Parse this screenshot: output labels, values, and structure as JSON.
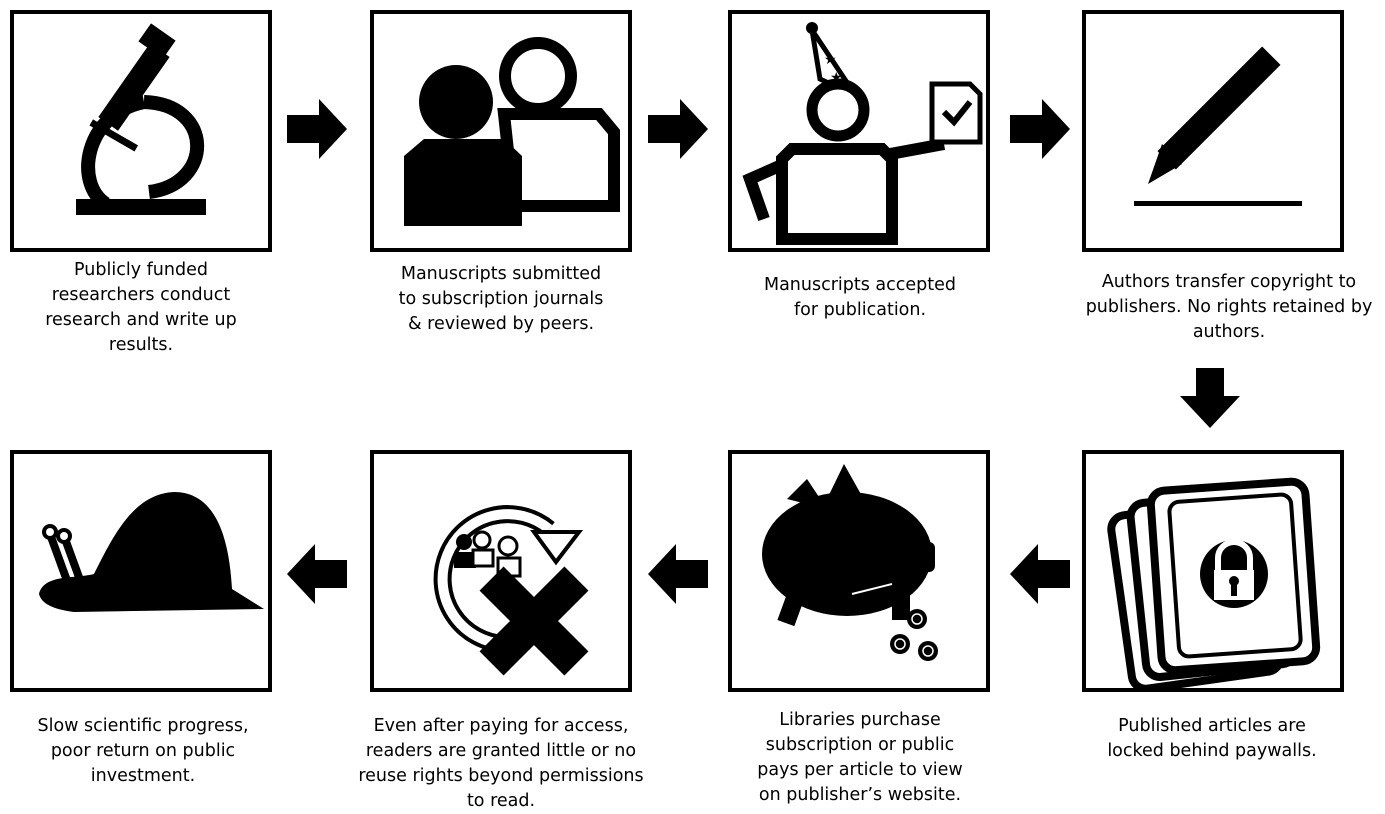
{
  "steps": [
    {
      "caption": "Publicly  funded\nresearchers conduct\nresearch  and write up\nresults.",
      "icon": "microscope-icon"
    },
    {
      "caption": "Manuscripts submitted\nto  subscription  journals\n& reviewed by peers.",
      "icon": "peer-review-icon"
    },
    {
      "caption": "Manuscripts  accepted\nfor publication.",
      "icon": "celebration-icon"
    },
    {
      "caption": "Authors transfer copyright to\npublishers.  No rights retained by\nauthors.",
      "icon": "pen-sign-icon"
    },
    {
      "caption": "Published articles are\nlocked behind paywalls.",
      "icon": "locked-book-icon"
    },
    {
      "caption": "Libraries purchase\nsubscription  or public\npays per article to view\non publisher’s website.",
      "icon": "piggy-bank-icon"
    },
    {
      "caption": "Even after paying for access,\nreaders  are granted little or no\nreuse rights beyond permissions\nto read.",
      "icon": "no-reuse-icon"
    },
    {
      "caption": "Slow scientific progress,\npoor return on public\ninvestment.",
      "icon": "snail-icon"
    }
  ]
}
